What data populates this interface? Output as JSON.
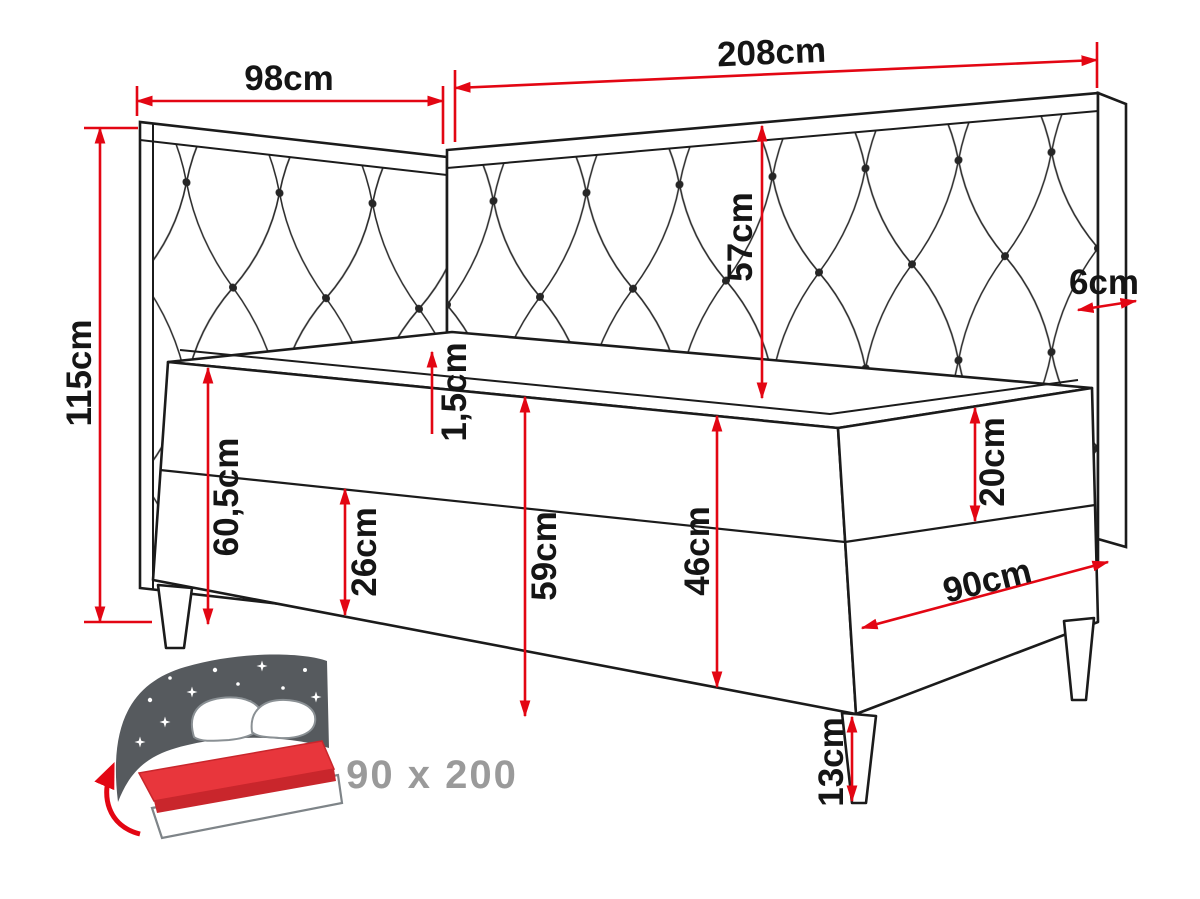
{
  "title": "Corner boxspring bed dimension diagram",
  "measurements": {
    "corner_panel_width": "98cm",
    "headboard_length": "208cm",
    "headboard_height": "115cm",
    "headboard_above_mattress": "57cm",
    "headboard_thickness": "6cm",
    "topper_thickness": "1,5cm",
    "mattress_top_to_floor": "60,5cm",
    "base_frame_height": "26cm",
    "side_total_height": "59cm",
    "upholstered_side_height": "46cm",
    "mattress_height": "20cm",
    "bed_width": "90cm",
    "leg_height": "13cm"
  },
  "thumbnail": {
    "size_label": "90 x 200"
  },
  "icons": {
    "thumbnail": "storage-bed-icon",
    "arrow": "lift-arrow-icon"
  },
  "colors": {
    "dimension_red": "#e30613",
    "outline_black": "#1b1b1b",
    "size_label_gray": "#9a9a9a",
    "icon_dark_gray": "#565a5e",
    "icon_red": "#e8363c"
  }
}
